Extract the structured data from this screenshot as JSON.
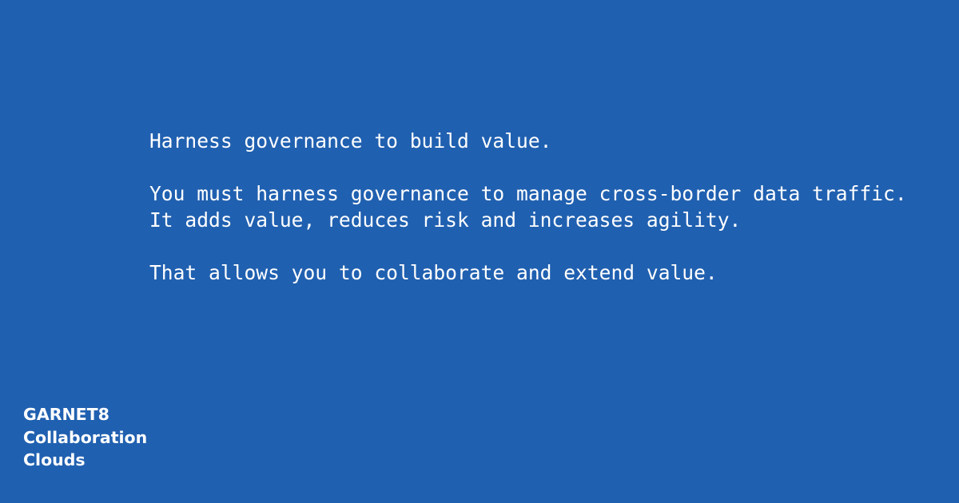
{
  "background_color": "#2060b0",
  "text_color": "#ffffff",
  "message": {
    "headline": "Harness governance to build value.",
    "body": "You must harness governance to manage cross-border data traffic. It adds value, reduces risk and increases agility.",
    "closing": "That allows you to collaborate and extend value."
  },
  "brand": {
    "line1": "GARNET8",
    "line2": "Collaboration",
    "line3": "Clouds"
  }
}
